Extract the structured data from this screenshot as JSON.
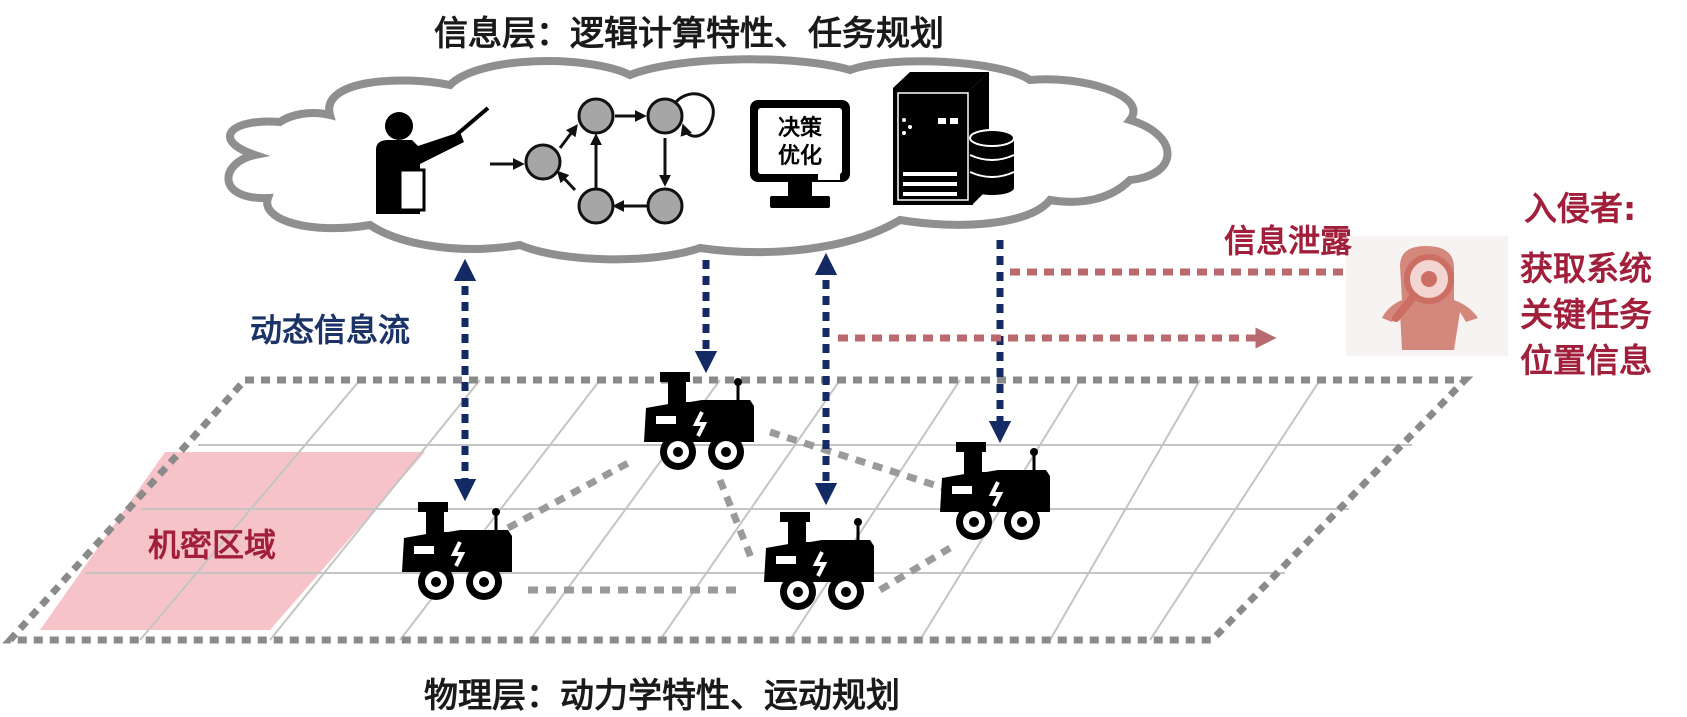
{
  "labels": {
    "top_title": "信息层：逻辑计算特性、任务规划",
    "bottom_title": "物理层：动力学特性、运动规划",
    "dynamic_flow": "动态信息流",
    "leak": "信息泄露",
    "confidential_zone": "机密区域",
    "monitor_text": [
      "决策",
      "优化"
    ],
    "intruder_title": "入侵者:",
    "intruder_lines": [
      "获取系统",
      "关键任务",
      "位置信息"
    ]
  },
  "colors": {
    "navy": "#132a64",
    "red": "#a11f3b",
    "leak_arrow": "#b96a6e",
    "gray": "#8a8a8a",
    "zone_fill": "#f6c4c8"
  },
  "icons": [
    "teacher-icon",
    "state-graph-icon",
    "monitor-icon",
    "server-icon",
    "database-icon",
    "robot-vehicle-icon",
    "intruder-icon",
    "magnifier-icon"
  ]
}
